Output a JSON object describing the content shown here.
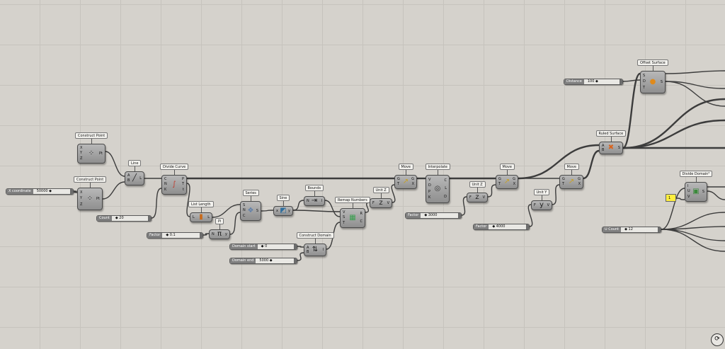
{
  "components": [
    {
      "id": "cp1",
      "label": "Construct Point",
      "inputs": [
        "X",
        "Y",
        "Z"
      ],
      "outputs": [
        "Pt"
      ],
      "icon": "construct-point-icon"
    },
    {
      "id": "cp2",
      "label": "Construct Point",
      "inputs": [
        "X",
        "Y",
        "Z"
      ],
      "outputs": [
        "Pt"
      ],
      "icon": "construct-point-icon"
    },
    {
      "id": "line",
      "label": "Line",
      "inputs": [
        "A",
        "B"
      ],
      "outputs": [
        "L"
      ],
      "icon": "line-icon"
    },
    {
      "id": "divcurve",
      "label": "Divide Curve",
      "inputs": [
        "C",
        "N",
        "K"
      ],
      "outputs": [
        "P",
        "T",
        "t"
      ],
      "icon": "divide-curve-icon"
    },
    {
      "id": "listlen",
      "label": "List Length",
      "inputs": [
        "L"
      ],
      "outputs": [
        "L"
      ],
      "icon": "list-length-icon"
    },
    {
      "id": "pi",
      "label": "Pi",
      "inputs": [
        "N"
      ],
      "outputs": [
        "y"
      ],
      "icon": "pi-icon"
    },
    {
      "id": "series",
      "label": "Series",
      "inputs": [
        "S",
        "N",
        "C"
      ],
      "outputs": [
        "S"
      ],
      "icon": "series-icon"
    },
    {
      "id": "sine",
      "label": "Sine",
      "inputs": [
        "x"
      ],
      "outputs": [
        "y"
      ],
      "icon": "sine-icon"
    },
    {
      "id": "bounds",
      "label": "Bounds",
      "inputs": [
        "N"
      ],
      "outputs": [
        "I"
      ],
      "icon": "bounds-icon"
    },
    {
      "id": "remap",
      "label": "Remap Numbers",
      "inputs": [
        "V",
        "S",
        "T"
      ],
      "outputs": [
        "R",
        "C"
      ],
      "icon": "remap-icon"
    },
    {
      "id": "cdomain",
      "label": "Construct Domain",
      "inputs": [
        "A",
        "B"
      ],
      "outputs": [
        "I"
      ],
      "icon": "construct-domain-icon"
    },
    {
      "id": "unitz1",
      "label": "Unit Z",
      "inputs": [
        "F"
      ],
      "outputs": [
        "V"
      ],
      "icon": "unit-z-icon"
    },
    {
      "id": "move1",
      "label": "Move",
      "inputs": [
        "G",
        "T"
      ],
      "outputs": [
        "G",
        "X"
      ],
      "icon": "move-icon"
    },
    {
      "id": "interp",
      "label": "Interpolate",
      "inputs": [
        "V",
        "D",
        "P",
        "K"
      ],
      "outputs": [
        "C",
        "L",
        "D"
      ],
      "icon": "interpolate-icon"
    },
    {
      "id": "unitz2",
      "label": "Unit Z",
      "inputs": [
        "F"
      ],
      "outputs": [
        "V"
      ],
      "icon": "unit-z-icon"
    },
    {
      "id": "move2",
      "label": "Move",
      "inputs": [
        "G",
        "T"
      ],
      "outputs": [
        "G",
        "X"
      ],
      "icon": "move-icon"
    },
    {
      "id": "unity",
      "label": "Unit Y",
      "inputs": [
        "F"
      ],
      "outputs": [
        "V"
      ],
      "icon": "unit-y-icon"
    },
    {
      "id": "move3",
      "label": "Move",
      "inputs": [
        "G",
        "T"
      ],
      "outputs": [
        "G",
        "X"
      ],
      "icon": "move-icon"
    },
    {
      "id": "ruled",
      "label": "Ruled Surface",
      "inputs": [
        "A",
        "B"
      ],
      "outputs": [
        "S"
      ],
      "icon": "ruled-surface-icon"
    },
    {
      "id": "offset",
      "label": "Offset Surface",
      "inputs": [
        "S",
        "D",
        "T"
      ],
      "outputs": [
        "S"
      ],
      "icon": "offset-surface-icon"
    },
    {
      "id": "divdom",
      "label": "Divide Domain²",
      "inputs": [
        "I",
        "U",
        "V"
      ],
      "outputs": [
        "S"
      ],
      "icon": "divide-domain-icon"
    }
  ],
  "sliders": [
    {
      "id": "xcoord",
      "label": "X coordinate",
      "value": "50000 ◆"
    },
    {
      "id": "count",
      "label": "Count",
      "value": "◆ 20"
    },
    {
      "id": "factor1",
      "label": "Factor",
      "value": "◆ 0.1"
    },
    {
      "id": "domstart",
      "label": "Domain start",
      "value": "◆ 0"
    },
    {
      "id": "domend",
      "label": "Domain end",
      "value": "5000 ◆"
    },
    {
      "id": "factor2",
      "label": "Factor",
      "value": "◆ 3000"
    },
    {
      "id": "factor3",
      "label": "Factor",
      "value": "◆ 4000"
    },
    {
      "id": "distance",
      "label": "Distance",
      "value": "100 ◆"
    },
    {
      "id": "ucount",
      "label": "U Count",
      "value": "◆ 12"
    }
  ],
  "panel": {
    "value": "1"
  },
  "colors": {
    "canvas": "#d5d2cc",
    "grid": "#c6c3bd",
    "component": "#a5a5a5",
    "panel": "#ffef3e"
  }
}
